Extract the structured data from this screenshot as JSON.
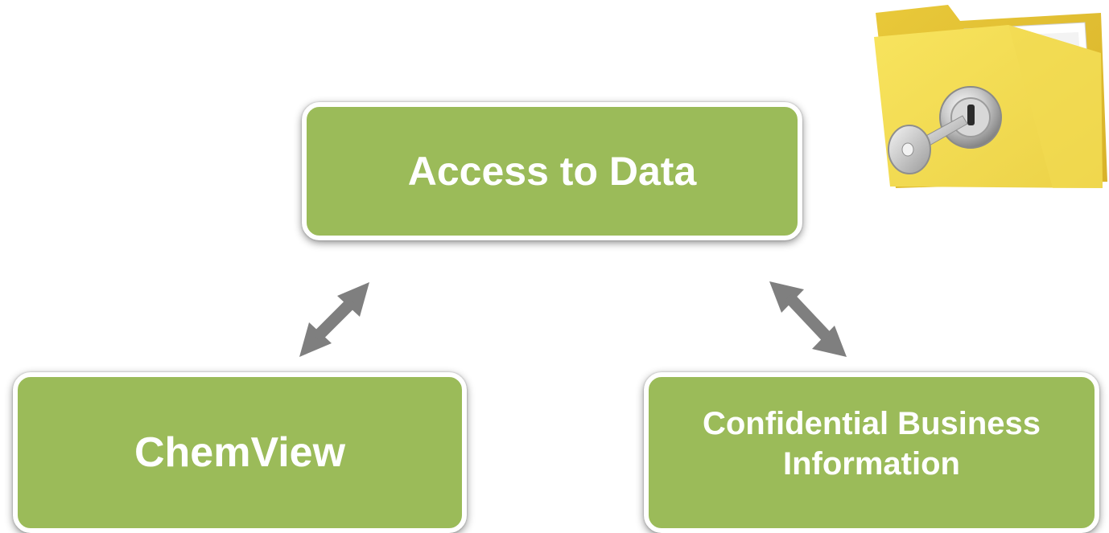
{
  "diagram": {
    "nodes": {
      "top": {
        "label": "Access to Data"
      },
      "left": {
        "label": "ChemView"
      },
      "right": {
        "label": "Confidential Business Information"
      }
    },
    "edges": [
      {
        "from": "top",
        "to": "left",
        "style": "double-arrow"
      },
      {
        "from": "top",
        "to": "right",
        "style": "double-arrow"
      }
    ]
  },
  "colors": {
    "box_fill": "#9bbb59",
    "box_border": "#ffffff",
    "arrow": "#7f7f7f",
    "folder": "#f2d547"
  },
  "icons": {
    "illustration": "locked-folder-with-key-icon"
  }
}
